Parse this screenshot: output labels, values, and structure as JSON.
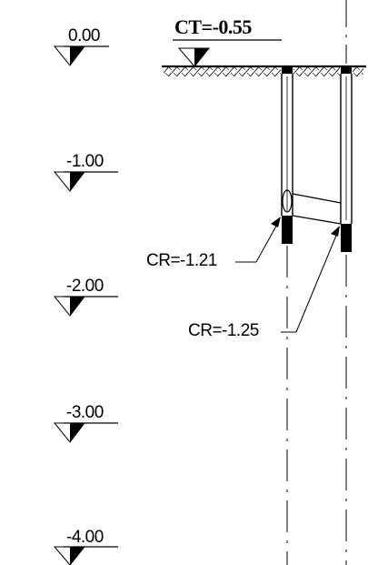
{
  "levels": [
    "0.00",
    "-1.00",
    "-2.00",
    "-3.00",
    "-4.00"
  ],
  "top_label": "CT=-0.55",
  "callouts": [
    "CR=-1.21",
    "CR=-1.25"
  ]
}
